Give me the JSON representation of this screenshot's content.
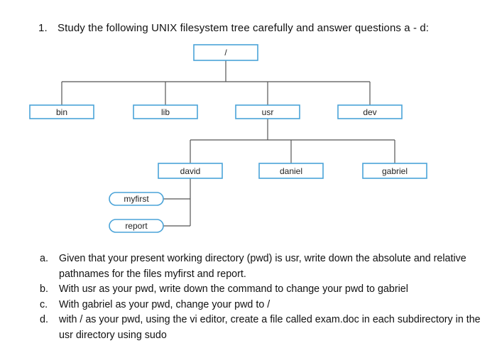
{
  "heading": {
    "number": "1.",
    "text": "Study the following UNIX filesystem tree carefully and answer questions a - d:"
  },
  "tree": {
    "root": "/",
    "level1": [
      "bin",
      "lib",
      "usr",
      "dev"
    ],
    "users": [
      "david",
      "daniel",
      "gabriel"
    ],
    "files": [
      "myfirst",
      "report"
    ]
  },
  "questions": [
    {
      "letter": "a.",
      "text": "Given that your present working directory (pwd) is usr, write down the absolute and relative pathnames for the files myfirst and report."
    },
    {
      "letter": "b.",
      "text": "With usr as your pwd, write down the command to change your pwd to gabriel"
    },
    {
      "letter": "c.",
      "text": "With gabriel as your pwd, change your pwd to /"
    },
    {
      "letter": "d.",
      "text": "with / as your pwd, using the vi editor, create a file called exam.doc in each subdirectory in the usr directory using sudo"
    }
  ],
  "colors": {
    "node_border": "#4aa3d8",
    "line": "#555555"
  }
}
